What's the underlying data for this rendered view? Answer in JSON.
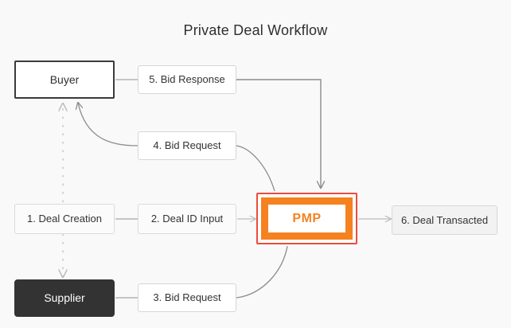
{
  "diagram": {
    "title": "Private Deal Workflow",
    "background_color": "#f9f9f9",
    "accent_colors": {
      "pmp_border_outer": "#ef4a3d",
      "pmp_border_inner": "#f5821f",
      "pmp_text": "#f5821f",
      "actor_dark": "#333333",
      "edge": "#8c8c8c",
      "text": "#333333"
    }
  },
  "nodes": {
    "buyer": {
      "label": "Buyer",
      "type": "actor"
    },
    "supplier": {
      "label": "Supplier",
      "type": "actor"
    },
    "deal_creation": {
      "label": "1. Deal Creation",
      "type": "step"
    },
    "deal_id_input": {
      "label": "2. Deal ID Input",
      "type": "step"
    },
    "bid_request_3": {
      "label": "3. Bid Request",
      "type": "step"
    },
    "bid_request_4": {
      "label": "4. Bid Request",
      "type": "step"
    },
    "bid_response_5": {
      "label": "5. Bid Response",
      "type": "step"
    },
    "deal_transacted": {
      "label": "6. Deal Transacted",
      "type": "step"
    },
    "pmp": {
      "label": "PMP",
      "type": "system"
    }
  },
  "edges": [
    {
      "id": "buyer-to-bid-response",
      "from": "buyer",
      "to": "bid_response_5",
      "style": "solid",
      "arrow": false
    },
    {
      "id": "bid-response-to-pmp",
      "from": "bid_response_5",
      "to": "pmp",
      "style": "solid",
      "arrow": true
    },
    {
      "id": "pmp-to-bid-request-4",
      "from": "pmp",
      "to": "bid_request_4",
      "style": "curved",
      "arrow": false
    },
    {
      "id": "bid-request-4-to-buyer",
      "from": "bid_request_4",
      "to": "buyer",
      "style": "curved",
      "arrow": true
    },
    {
      "id": "deal-creation-to-deal-id",
      "from": "deal_creation",
      "to": "deal_id_input",
      "style": "solid",
      "arrow": false
    },
    {
      "id": "deal-id-to-pmp",
      "from": "deal_id_input",
      "to": "pmp",
      "style": "solid",
      "arrow": true
    },
    {
      "id": "pmp-to-deal-transacted",
      "from": "pmp",
      "to": "deal_transacted",
      "style": "solid",
      "arrow": true
    },
    {
      "id": "supplier-to-bid-request-3",
      "from": "supplier",
      "to": "bid_request_3",
      "style": "solid",
      "arrow": false
    },
    {
      "id": "bid-request-3-to-pmp",
      "from": "bid_request_3",
      "to": "pmp",
      "style": "curved",
      "arrow": false
    },
    {
      "id": "buyer-supplier-dotted",
      "from": "buyer",
      "to": "supplier",
      "style": "dotted",
      "arrow": true
    }
  ]
}
